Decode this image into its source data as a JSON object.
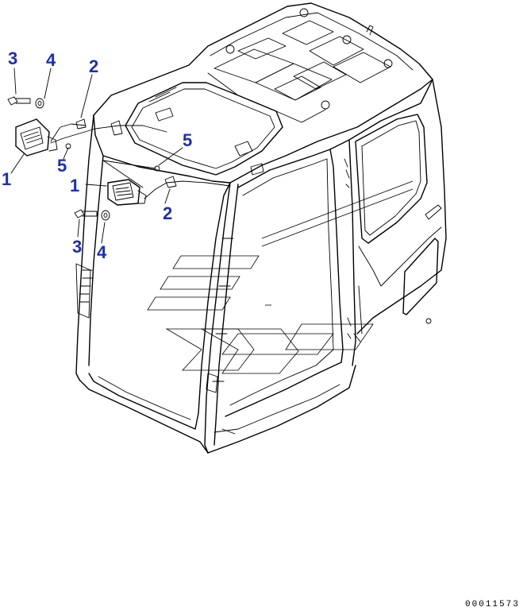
{
  "callouts": {
    "lamp_upper": "1",
    "lamp_lower": "1",
    "wire_upper": "2",
    "wire_lower": "2",
    "bolt_upper": "3",
    "bolt_lower": "3",
    "washer_upper": "4",
    "washer_lower": "4",
    "clamp_left": "5",
    "clamp_right": "5"
  },
  "document_number": "00011573",
  "colors": {
    "callout": "#1f2fa8",
    "line": "#000000"
  }
}
